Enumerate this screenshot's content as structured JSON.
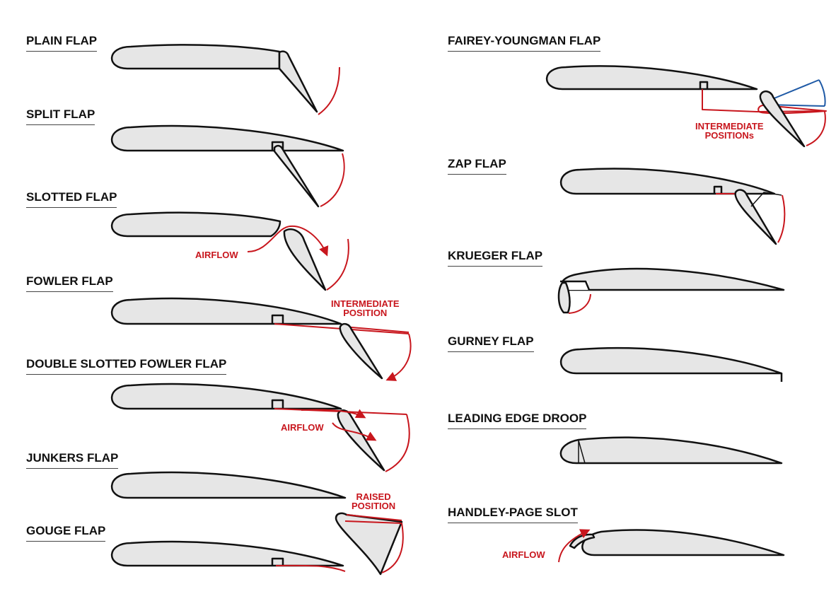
{
  "colors": {
    "outline": "#111111",
    "fill": "#e6e6e6",
    "accent": "#c8161d",
    "blue": "#1f5aa6"
  },
  "flaps": {
    "plain": {
      "title": "PLAIN FLAP"
    },
    "split": {
      "title": "SPLIT FLAP"
    },
    "slotted": {
      "title": "SLOTTED FLAP",
      "note": "AIRFLOW"
    },
    "fowler": {
      "title": "FOWLER FLAP",
      "note": [
        "INTERMEDIATE",
        "POSITION"
      ]
    },
    "double_slotted": {
      "title": "DOUBLE SLOTTED FOWLER FLAP",
      "note": "AIRFLOW"
    },
    "junkers": {
      "title": "JUNKERS FLAP",
      "note": [
        "RAISED",
        "POSITION"
      ]
    },
    "gouge": {
      "title": "GOUGE FLAP"
    },
    "fairey_youngman": {
      "title": "FAIREY-YOUNGMAN FLAP",
      "note": [
        "INTERMEDIATE",
        "POSITIONs"
      ]
    },
    "zap": {
      "title": "ZAP FLAP"
    },
    "krueger": {
      "title": "KRUEGER FLAP"
    },
    "gurney": {
      "title": "GURNEY FLAP"
    },
    "leading_edge_droop": {
      "title": "LEADING EDGE DROOP"
    },
    "handley_page": {
      "title": "HANDLEY-PAGE SLOT",
      "note": "AIRFLOW"
    }
  }
}
